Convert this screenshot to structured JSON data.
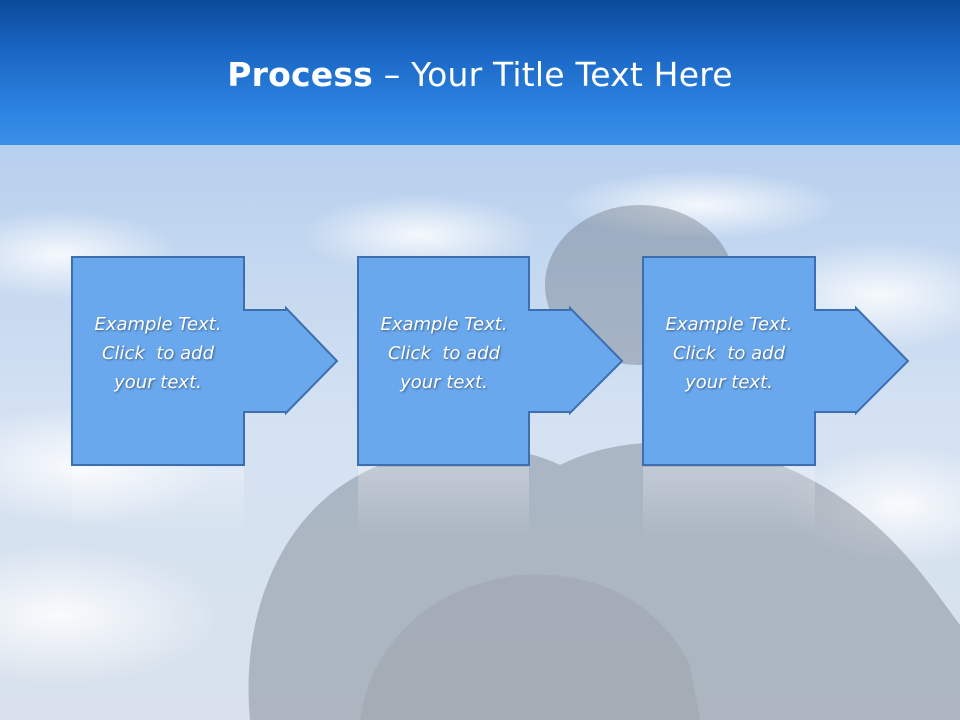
{
  "slide": {
    "title_bold": "Process",
    "title_rest": " – Your Title Text Here"
  },
  "process": {
    "steps": [
      {
        "lines": [
          "Example Text.",
          "Click  to add",
          "your text."
        ]
      },
      {
        "lines": [
          "Example Text.",
          "Click  to add",
          "your text."
        ]
      },
      {
        "lines": [
          "Example Text.",
          "Click  to add",
          "your text."
        ]
      }
    ]
  },
  "colors": {
    "header_top": "#0a4a9a",
    "header_bottom": "#3a8fe8",
    "step_fill": "#6aa8ee",
    "step_stroke": "#3d6fb0",
    "text": "#ffffff"
  }
}
